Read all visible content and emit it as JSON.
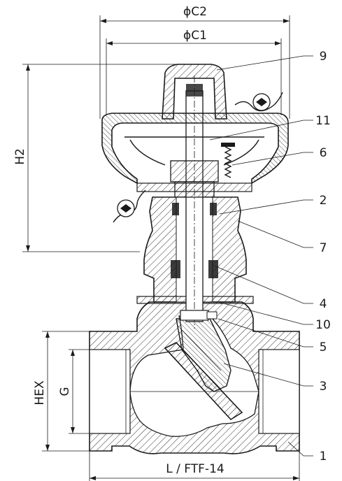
{
  "dimensions": {
    "c2": "ϕC2",
    "c1": "ϕC1",
    "h2": "H2",
    "hex": "HEX",
    "g": "G",
    "l": "L / FTF-14"
  },
  "part_callouts": [
    "9",
    "11",
    "6",
    "2",
    "7",
    "4",
    "10",
    "5",
    "3",
    "1"
  ],
  "colors": {
    "line": "#1a1a1a",
    "background": "#ffffff"
  }
}
